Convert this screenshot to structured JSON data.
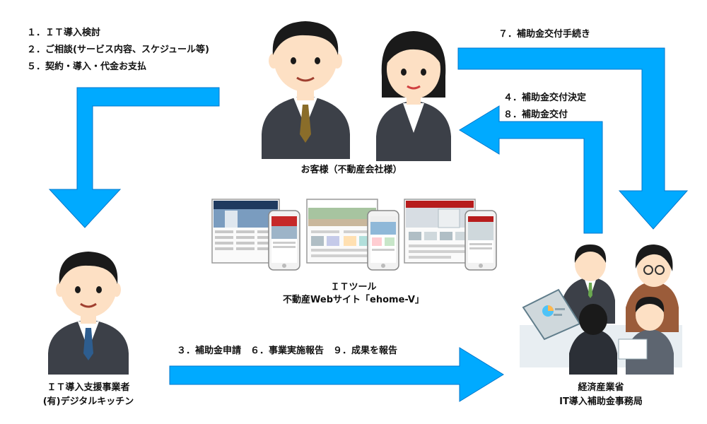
{
  "colors": {
    "arrow": "#00aaff",
    "arrow_stroke": "#0077cc",
    "suit": "#3c4048",
    "hair": "#1a1a1a",
    "skin": "#fde0c4",
    "shirt": "#ffffff"
  },
  "customer_steps": [
    "１．ＩＴ導入検討",
    "２．ご相談(サービス内容、スケジュール等)",
    "５．契約・導入・代金お支払"
  ],
  "customer_label": "お客様（不動産会社様）",
  "tool_label_line1": "ＩＴツール",
  "tool_label_line2": "不動産Webサイト「ehome-V」",
  "vendor_label_line1": "ＩＴ導入支援事業者",
  "vendor_label_line2": "(有)デジタルキッチン",
  "office_label_line1": "経済産業省",
  "office_label_line2": "IT導入補助金事務局",
  "step_to_office": "７．補助金交付手続き",
  "step_from_office": [
    "４．補助金交付決定",
    "８．補助金交付"
  ],
  "step_vendor_to_office": "３．補助金申請　６．事業実施報告　９．成果を報告",
  "icons": {
    "businessman": "businessman-icon",
    "businesswoman": "businesswoman-icon",
    "laptop": "laptop-icon",
    "smartphone": "smartphone-icon",
    "meeting": "meeting-icon"
  }
}
